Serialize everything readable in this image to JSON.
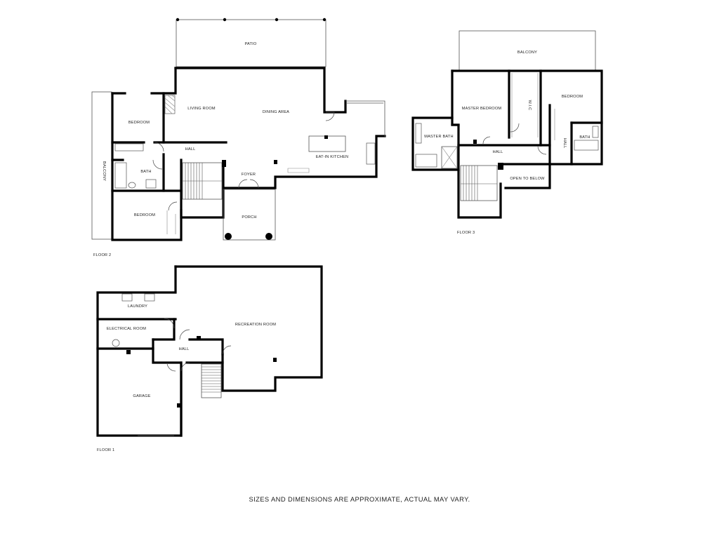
{
  "floors": {
    "floor2": {
      "label": "FLOOR 2",
      "rooms": {
        "patio": "PATIO",
        "living_room": "LIVING ROOM",
        "dining_area": "DINING AREA",
        "bedroom_top": "BEDROOM",
        "hall": "HALL",
        "balcony": "BALCONY",
        "bath": "BATH",
        "eat_in_kitchen": "EAT-IN KITCHEN",
        "foyer": "FOYER",
        "bedroom_bottom": "BEDROOM",
        "porch": "PORCH"
      }
    },
    "floor3": {
      "label": "FLOOR 3",
      "rooms": {
        "balcony": "BALCONY",
        "master_bedroom": "MASTER BEDROOM",
        "wic": "W.I.C",
        "bedroom": "BEDROOM",
        "master_bath": "MASTER BATH",
        "hall": "HALL",
        "wall": "HALL",
        "bath": "BATH",
        "open_to_below": "OPEN TO BELOW"
      }
    },
    "floor1": {
      "label": "FLOOR 1",
      "rooms": {
        "laundry": "LAUNDRY",
        "electrical_room": "ELECTRICAL ROOM",
        "recreation_room": "RECREATION ROOM",
        "hall": "HALL",
        "garage": "GARAGE"
      }
    }
  },
  "disclaimer": "SIZES AND DIMENSIONS ARE APPROXIMATE, ACTUAL MAY VARY."
}
